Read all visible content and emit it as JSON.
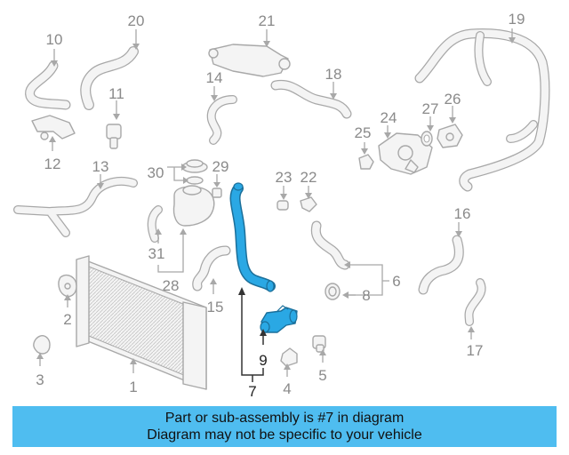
{
  "callouts": {
    "n1": "1",
    "n2": "2",
    "n3": "3",
    "n4": "4",
    "n5": "5",
    "n6": "6",
    "n7": "7",
    "n8": "8",
    "n9": "9",
    "n10": "10",
    "n11": "11",
    "n12": "12",
    "n13": "13",
    "n14": "14",
    "n15": "15",
    "n16": "16",
    "n17": "17",
    "n18": "18",
    "n19": "19",
    "n20": "20",
    "n21": "21",
    "n22": "22",
    "n23": "23",
    "n24": "24",
    "n25": "25",
    "n26": "26",
    "n27": "27",
    "n28": "28",
    "n29": "29",
    "n30": "30",
    "n31": "31"
  },
  "banner": {
    "line1": "Part or sub-assembly is #7 in diagram",
    "line2": "Diagram may not be specific to your vehicle"
  },
  "colors": {
    "highlight_part": "#2aa8e4",
    "banner_background": "#4fbdf0",
    "line_art": "#a8a8a8"
  }
}
